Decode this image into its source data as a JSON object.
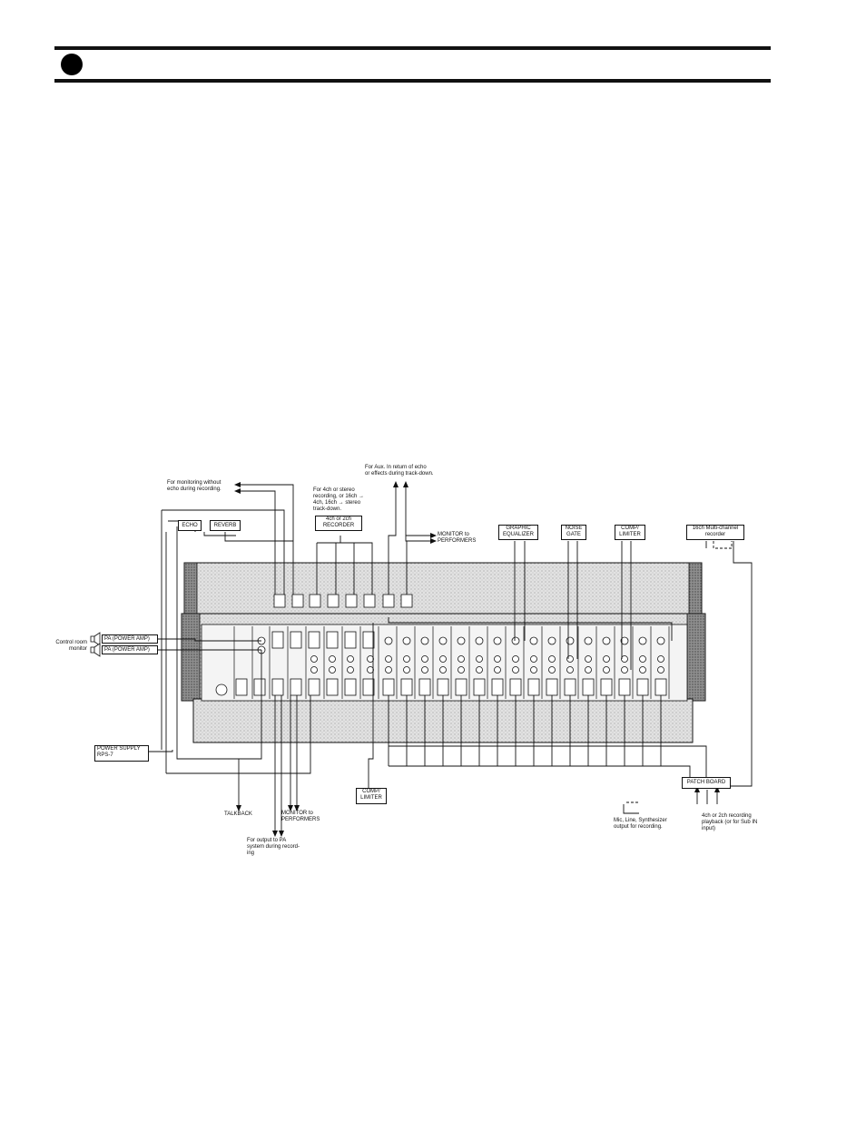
{
  "colors": {
    "ink": "#111111",
    "panel": "#d9d9d9",
    "panel_dark": "#8a8a8a",
    "paper": "#ffffff"
  },
  "diagram": {
    "notes": {
      "monitoring": "For monitoring without\necho during recording.",
      "recording": "For 4ch or stereo\nrecording, or 16ch →\n4ch, 16ch → stereo\ntrack-down.",
      "aux": "For Aux. In return of echo\nor effects during track-down.",
      "monitor_top": "MONITOR to\nPERFORMERS",
      "control_room": "Control room\nmonitor",
      "talkback": "TALKBACK",
      "monitor_bottom": "MONITOR to\nPERFORMERS",
      "pa_output": "For output to PA\nsystem during record-\ning",
      "mic_line": "Mic, Line, Synthesizer\noutput for recording.",
      "playback": "4ch or 2ch recording\nplayback (or for Sub IN\ninput)"
    },
    "boxes": {
      "echo": "ECHO",
      "reverb": "REVERB",
      "recorder": "4ch or 2ch\nRECORDER",
      "graphic_eq": "GRAPHIC\nEQUALIZER",
      "noise_gate": "NOISE\nGATE",
      "comp_top": "COMP/\nLIMITER",
      "multitrack": "16ch Multi-channel\nrecorder",
      "pa_amp_1": "PA (POWER AMP)",
      "pa_amp_2": "PA (POWER AMP)",
      "power_supply": "POWER SUPPLY\nRPS-7",
      "comp_bottom": "COMP/\nLIMITER",
      "patch_board": "PATCH BOARD"
    }
  }
}
